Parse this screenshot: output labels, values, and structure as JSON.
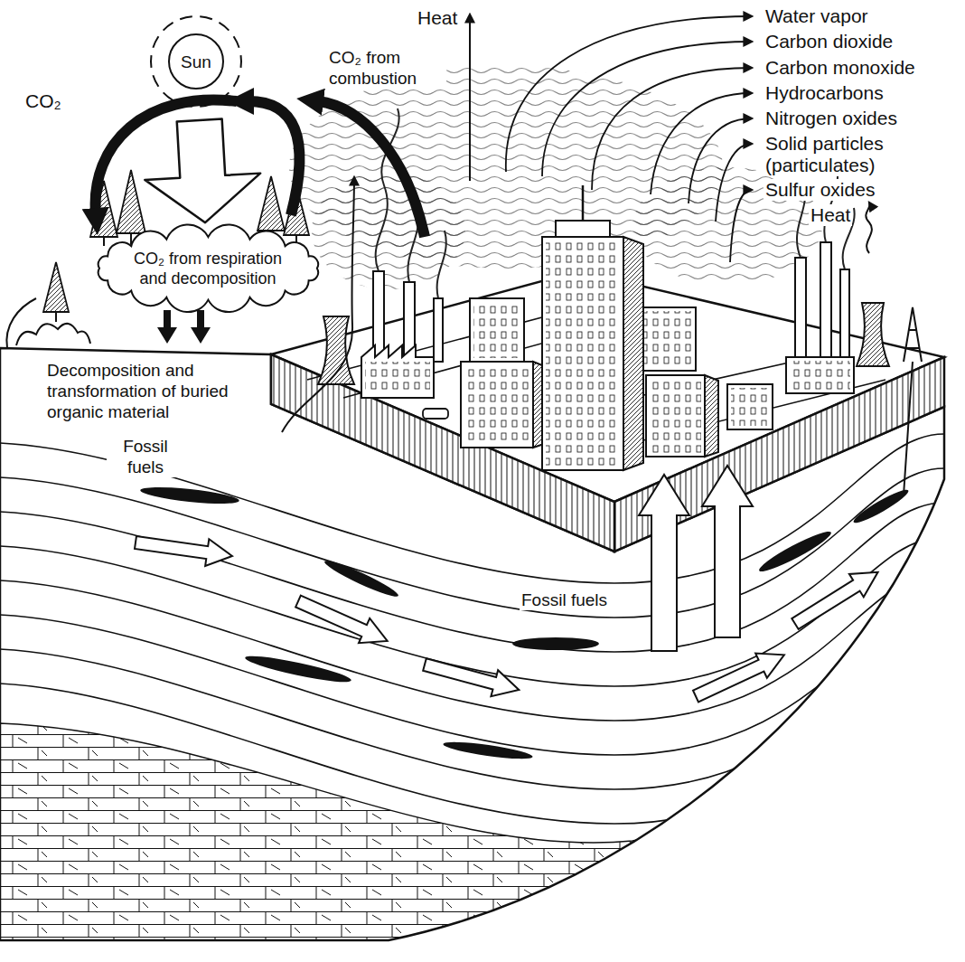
{
  "diagram": {
    "nodes": [
      {
        "text": [
          "Sun"
        ]
      },
      {
        "text": [
          "CO₂ from respiration and decomposition"
        ]
      }
    ],
    "edges": [
      {
        "from": 0,
        "to": 1,
        "arrow": "to"
      }
    ],
    "labels": [
      "Heat",
      "Water vapor",
      "Carbon dioxide",
      "CO₂ from combustion",
      "Carbon monoxide",
      "Hydrocarbons",
      "CO₂",
      "Nitrogen oxides",
      "Solid particles (particulates)",
      "Sulfur oxides",
      "Heat",
      "Decomposition and transformation of buried organic material",
      "Fossil fuels",
      "Fossil fuels"
    ]
  }
}
